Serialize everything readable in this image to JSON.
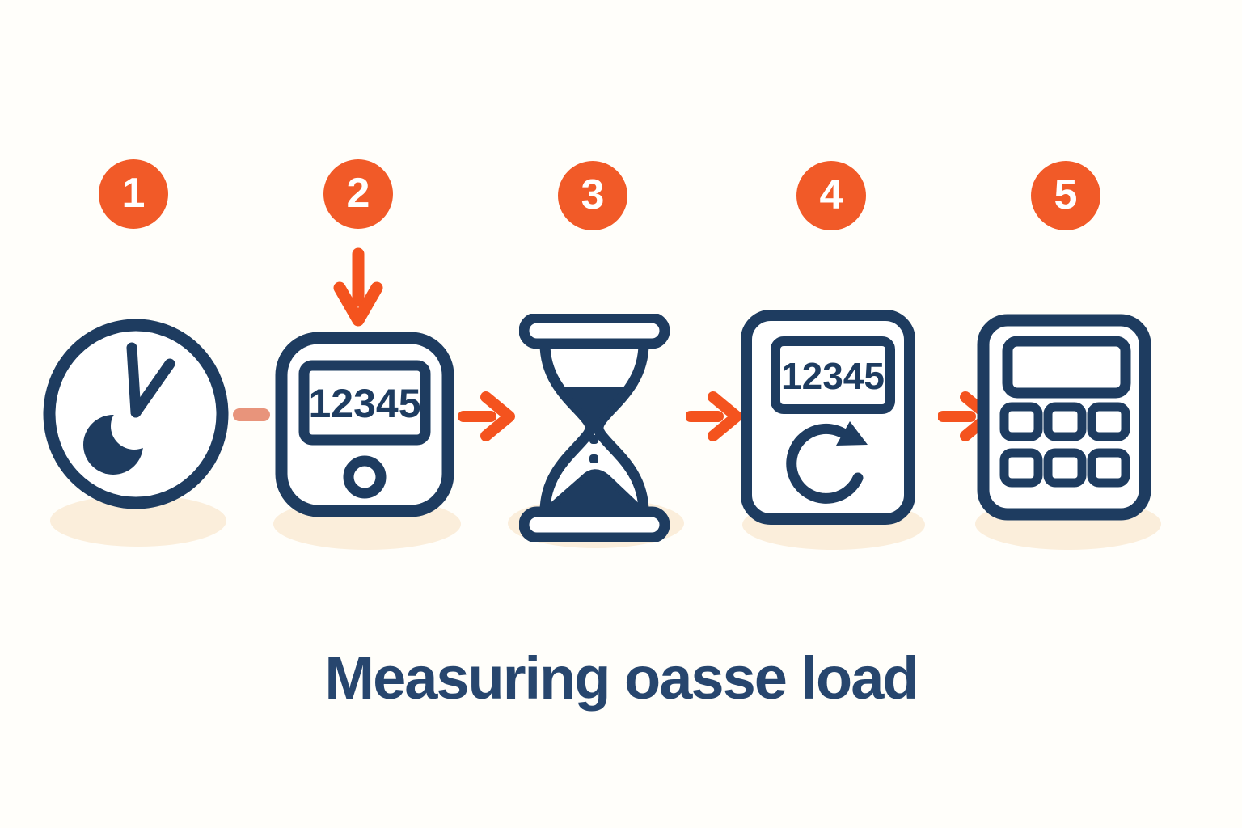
{
  "title": "Measuring oasse load",
  "colors": {
    "background": "#FFFEFA",
    "navy": "#1E3C60",
    "title_navy": "#27466E",
    "badge_orange": "#F15A28",
    "arrow_orange": "#F4531E",
    "dash_salmon": "#E8947B",
    "shadow_peach": "#FBEEDB"
  },
  "steps": [
    {
      "number": "1",
      "icon": "clock-with-moon"
    },
    {
      "number": "2",
      "icon": "meter-display",
      "display_value": "12345"
    },
    {
      "number": "3",
      "icon": "hourglass"
    },
    {
      "number": "4",
      "icon": "meter-refresh",
      "display_value": "12345"
    },
    {
      "number": "5",
      "icon": "calculator"
    }
  ],
  "connectors": {
    "into_step2": "arrow-down",
    "step1_to_step2": "dash",
    "step2_to_step3": "arrow-right",
    "step3_to_step4": "arrow-right",
    "step4_to_step5": "arrow-right"
  }
}
